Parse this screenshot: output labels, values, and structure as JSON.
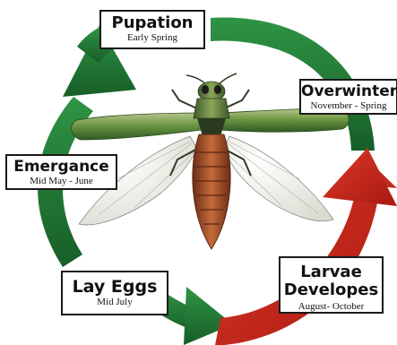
{
  "stages": [
    {
      "key": "pupation",
      "title": "Pupation",
      "period": "Early Spring"
    },
    {
      "key": "overwinter",
      "title": "Overwinter",
      "period": "November - Spring"
    },
    {
      "key": "larvae",
      "title": "Larvae Developes",
      "period": "August- October"
    },
    {
      "key": "lay_eggs",
      "title": "Lay Eggs",
      "period": "Mid July"
    },
    {
      "key": "emergance",
      "title": "Emergance",
      "period": "Mid May - June"
    }
  ],
  "colors": {
    "green_arrow": "#1f7a34",
    "red_arrow": "#cc2a1e",
    "box_border": "#1a1a1a",
    "beetle_body": "#a7542d",
    "beetle_wing_cover": "#5f8a3c",
    "beetle_membrane_wing": "#e9e9e2"
  },
  "illustration": {
    "subject": "emerald ash borer beetle with wings spread",
    "cycle_arrows": [
      "green-arrow",
      "red-arrow"
    ]
  }
}
